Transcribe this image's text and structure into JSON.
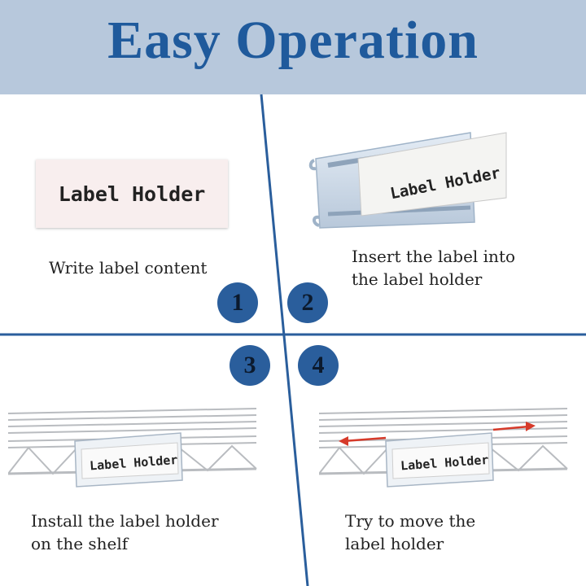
{
  "header": {
    "title": "Easy Operation"
  },
  "steps": [
    {
      "number": "1",
      "caption_lines": [
        "Write label content"
      ],
      "label_text": "Label Holder"
    },
    {
      "number": "2",
      "caption_lines": [
        "Insert the label into",
        "the label holder"
      ],
      "label_text": "Label Holder"
    },
    {
      "number": "3",
      "caption_lines": [
        "Install the label holder",
        "on the shelf"
      ],
      "label_text": "Label Holder"
    },
    {
      "number": "4",
      "caption_lines": [
        "Try to move the",
        "label holder"
      ],
      "label_text": "Label Holder"
    }
  ],
  "colors": {
    "header_bg": "#b7c8dc",
    "title": "#1f5a9c",
    "badge": "#2a5e9c",
    "divider": "#2a5e9c",
    "arrow": "#d63a2a"
  }
}
